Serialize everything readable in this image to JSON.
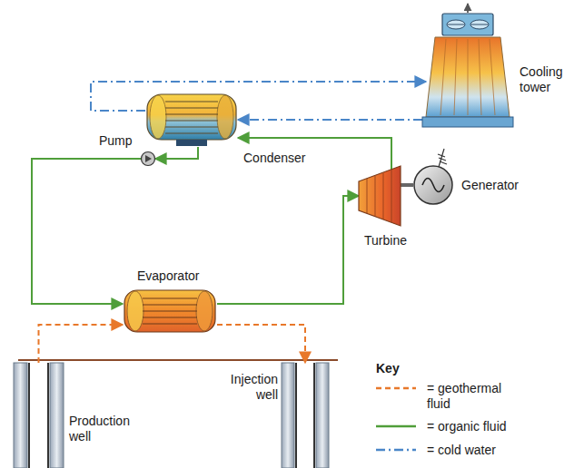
{
  "diagram": {
    "nodes": [
      {
        "text": [
          "Cooling tower"
        ]
      },
      {
        "text": [
          "Condenser"
        ]
      },
      {
        "text": [
          "Pump"
        ]
      },
      {
        "text": [
          "Generator"
        ]
      },
      {
        "text": [
          "Turbine"
        ]
      },
      {
        "text": [
          "Evaporator"
        ]
      },
      {
        "text": [
          "Production well"
        ]
      },
      {
        "text": [
          "Injection well"
        ]
      }
    ],
    "edges": [
      {
        "from": 0,
        "to": 1,
        "arrow": "to"
      },
      {
        "from": 1,
        "to": 0,
        "arrow": "to"
      },
      {
        "from": 1,
        "to": 2,
        "arrow": "to"
      },
      {
        "from": 2,
        "to": 5,
        "arrow": "to"
      },
      {
        "from": 5,
        "to": 4,
        "arrow": "to"
      },
      {
        "from": 4,
        "to": 1,
        "arrow": "to"
      },
      {
        "from": 4,
        "to": 3,
        "arrow": "none"
      },
      {
        "from": 6,
        "to": 5,
        "arrow": "to"
      },
      {
        "from": 5,
        "to": 7,
        "arrow": "to"
      }
    ],
    "labels": [
      "Key"
    ],
    "legend": [
      {
        "text": "= geothermal fluid"
      },
      {
        "text": "= organic fluid"
      },
      {
        "text": "= cold water"
      }
    ]
  }
}
